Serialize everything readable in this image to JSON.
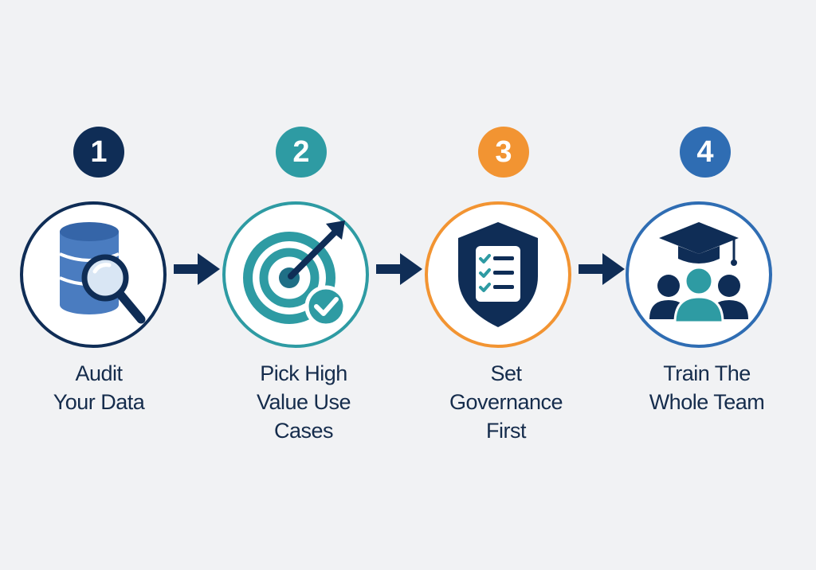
{
  "colors": {
    "navy": "#0f2d56",
    "teal": "#2e9ba3",
    "orange": "#f29432",
    "blue": "#2f6db3",
    "text": "#152c4c"
  },
  "steps": [
    {
      "number": "1",
      "label_lines": [
        "Audit",
        "Your Data"
      ],
      "icon": "database-magnifier-icon",
      "color": "#0f2d56"
    },
    {
      "number": "2",
      "label_lines": [
        "Pick High",
        "Value Use",
        "Cases"
      ],
      "icon": "target-arrow-check-icon",
      "color": "#2e9ba3"
    },
    {
      "number": "3",
      "label_lines": [
        "Set",
        "Governance",
        "First"
      ],
      "icon": "shield-checklist-icon",
      "color": "#f29432"
    },
    {
      "number": "4",
      "label_lines": [
        "Train The",
        "Whole Team"
      ],
      "icon": "graduation-team-icon",
      "color": "#2f6db3"
    }
  ]
}
